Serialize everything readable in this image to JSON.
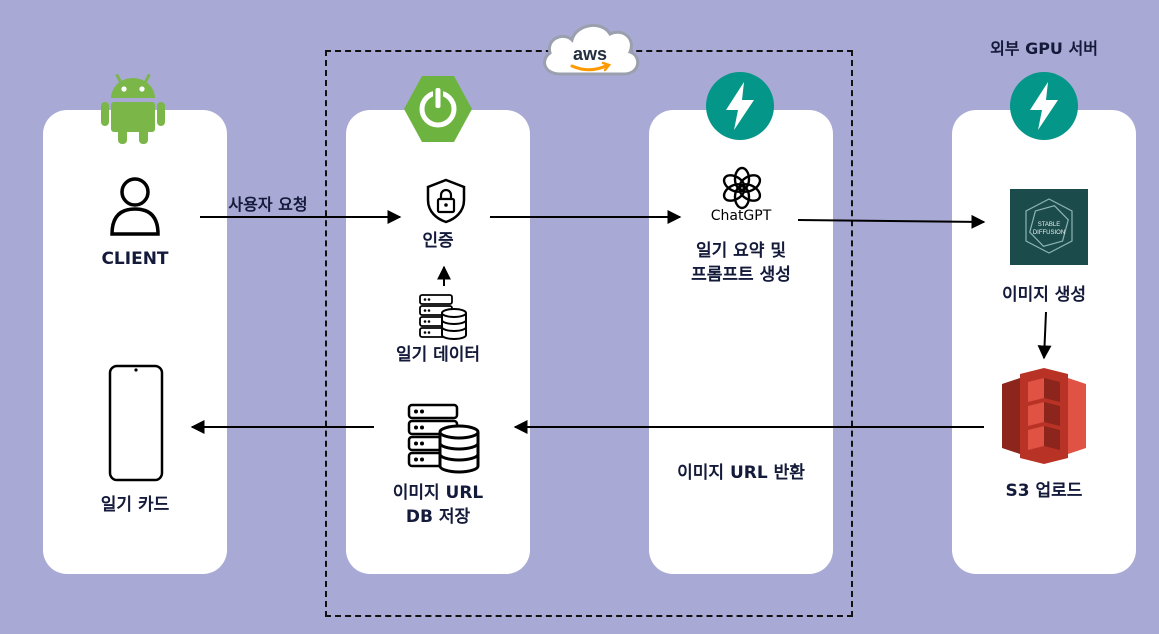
{
  "colors": {
    "background": "#a9a9d6",
    "card": "#ffffff",
    "text": "#141a3a",
    "android": "#7ab648",
    "spring": "#6db33f",
    "fastapi": "#049688",
    "s3": "#d9412f",
    "stable_diffusion_bg": "#1c4b4b"
  },
  "cloud": {
    "logo_text": "aws"
  },
  "gpu_server": {
    "title": "외부 GPU 서버"
  },
  "client": {
    "label": "CLIENT",
    "request_label": "사용자 요청",
    "card_label": "일기 카드"
  },
  "server": {
    "auth_label": "인증",
    "diary_data_label": "일기 데이터",
    "save_line1": "이미지 URL",
    "save_line2": "DB 저장"
  },
  "chatgpt": {
    "logo_text": "ChatGPT",
    "line1": "일기 요약 및",
    "line2": "프롬프트 생성",
    "return_label": "이미지 URL 반환"
  },
  "gpu": {
    "sd_text_line1": "STABLE",
    "sd_text_line2": "DIFFUSION",
    "generate_label": "이미지 생성",
    "upload_label": "S3 업로드"
  }
}
